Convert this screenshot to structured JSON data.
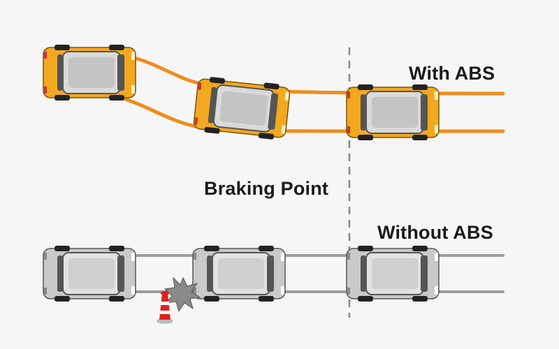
{
  "labels": {
    "with_abs": "With ABS",
    "braking_point": "Braking Point",
    "without_abs": "Without ABS"
  },
  "colors": {
    "abs_path": "#f28c1c",
    "abs_car_body": "#f2a81f",
    "no_abs_path": "#9c9c9c",
    "no_abs_car_body": "#c9c9c9",
    "braking_line": "#7a8a99",
    "cone_red": "#e02020",
    "impact_burst": "#8a8a8a",
    "background": "#f6f6f6"
  }
}
